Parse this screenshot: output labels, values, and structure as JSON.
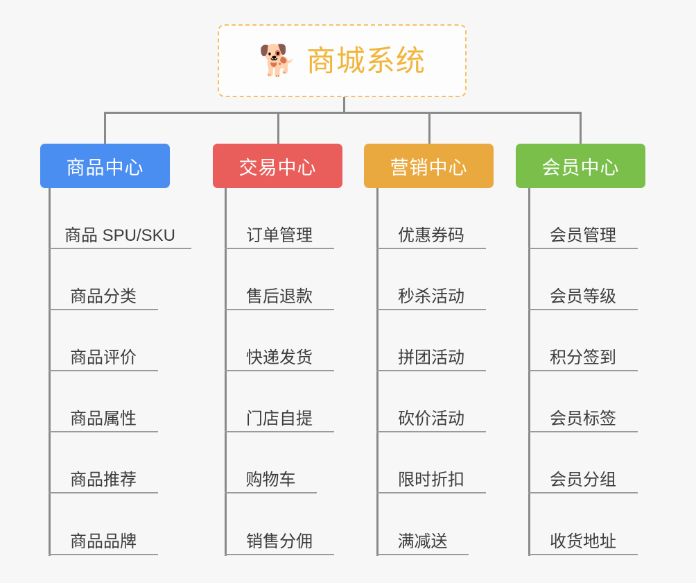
{
  "diagram": {
    "title": "商城系统",
    "background_color": "#f7f7f7",
    "connector_color": "#8a8a8a",
    "root": {
      "label": "商城系统",
      "icon": "shiba-dog-face-icon",
      "icon_glyph": "🐕",
      "text_color": "#f2b53c",
      "border_color": "#f5c164",
      "border_style": "dashed",
      "fill_color": "#fdfdfd"
    },
    "categories": [
      {
        "label": "商品中心",
        "color": "#4a8ef1",
        "text_color": "#ffffff",
        "items": [
          "商品 SPU/SKU",
          "商品分类",
          "商品评价",
          "商品属性",
          "商品推荐",
          "商品品牌"
        ]
      },
      {
        "label": "交易中心",
        "color": "#e95e5a",
        "text_color": "#ffffff",
        "items": [
          "订单管理",
          "售后退款",
          "快递发货",
          "门店自提",
          "购物车",
          "销售分佣"
        ]
      },
      {
        "label": "营销中心",
        "color": "#eaa93f",
        "text_color": "#ffffff",
        "items": [
          "优惠券码",
          "秒杀活动",
          "拼团活动",
          "砍价活动",
          "限时折扣",
          "满减送"
        ]
      },
      {
        "label": "会员中心",
        "color": "#79bf4a",
        "text_color": "#ffffff",
        "items": [
          "会员管理",
          "会员等级",
          "积分签到",
          "会员标签",
          "会员分组",
          "收货地址"
        ]
      }
    ]
  }
}
